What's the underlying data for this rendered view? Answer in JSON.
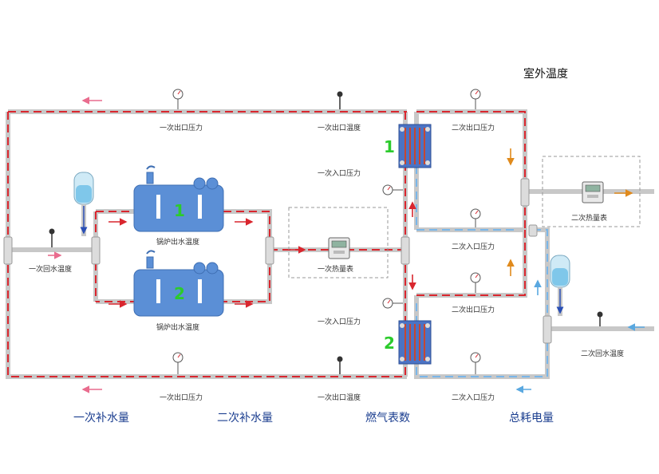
{
  "title": "室外温度",
  "primary": {
    "outlet_pressure": "一次出口压力",
    "outlet_temp": "一次出口温度",
    "inlet_pressure": "一次入口压力",
    "return_temp": "一次回水温度",
    "heat_meter": "一次热量表"
  },
  "secondary": {
    "outlet_pressure": "二次出口压力",
    "inlet_pressure": "二次入口压力",
    "return_temp": "二次回水温度",
    "heat_meter": "二次热量表"
  },
  "boilers": [
    {
      "number": "1",
      "label": "锅炉出水温度"
    },
    {
      "number": "2",
      "label": "锅炉出水温度"
    }
  ],
  "exchangers": [
    {
      "number": "1"
    },
    {
      "number": "2"
    }
  ],
  "totals": {
    "primary_makeup": "一次补水量",
    "secondary_makeup": "二次补水量",
    "gas_meter": "燃气表数",
    "power": "总耗电量"
  },
  "colors": {
    "hot": "#d9262e",
    "cold": "#7ab6e8",
    "pipe": "#c8c8c8",
    "boiler": "#5b8fd6",
    "label_blue": "#1a3d8f",
    "number_green": "#2ccb2c"
  }
}
